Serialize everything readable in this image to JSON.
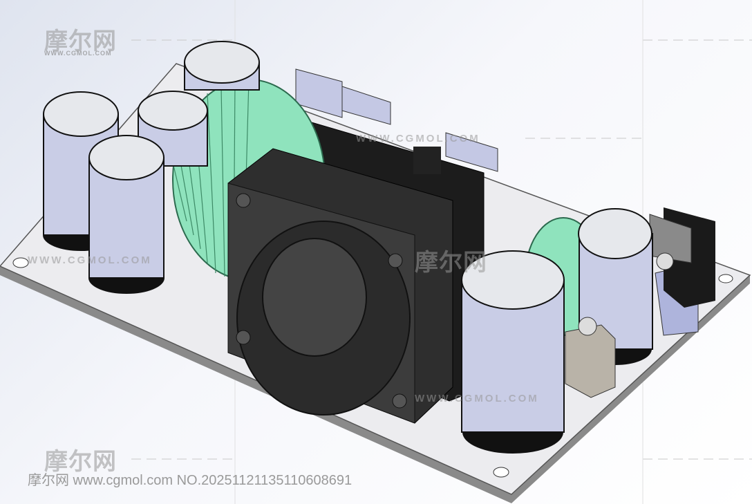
{
  "watermark": {
    "logo_cn": "摩尔网",
    "logo_sub": "WWW.CGMOL.COM",
    "url_text": "WWW.CGMOL.COM"
  },
  "footer": {
    "text": "摩尔网 www.cgmol.com NO.20251121135110608691"
  },
  "colors": {
    "board": "#ececef",
    "capacitor_body": "#c9cde6",
    "toroid": "#8fe3bd",
    "fan": "#3a3a3a",
    "heatsink": "#1e1e1e"
  }
}
